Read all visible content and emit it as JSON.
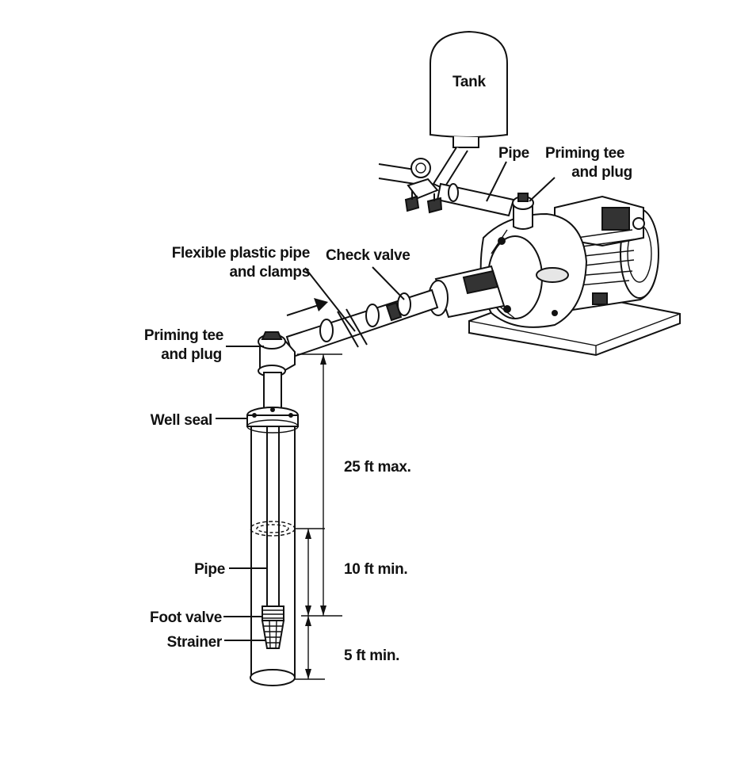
{
  "labels": {
    "tank": "Tank",
    "pipe_top": "Pipe",
    "priming_tee_top_line1": "Priming tee",
    "priming_tee_top_line2": "and plug",
    "flexible_line1": "Flexible plastic pipe",
    "flexible_line2": "and clamps",
    "check_valve": "Check valve",
    "priming_tee_left_line1": "Priming tee",
    "priming_tee_left_line2": "and plug",
    "well_seal": "Well seal",
    "depth_max": "25 ft max.",
    "pipe_well": "Pipe",
    "depth_10": "10 ft min.",
    "foot_valve": "Foot valve",
    "strainer": "Strainer",
    "depth_5": "5 ft min."
  },
  "icons": {
    "flow_arrow": "arrow-right-icon"
  }
}
